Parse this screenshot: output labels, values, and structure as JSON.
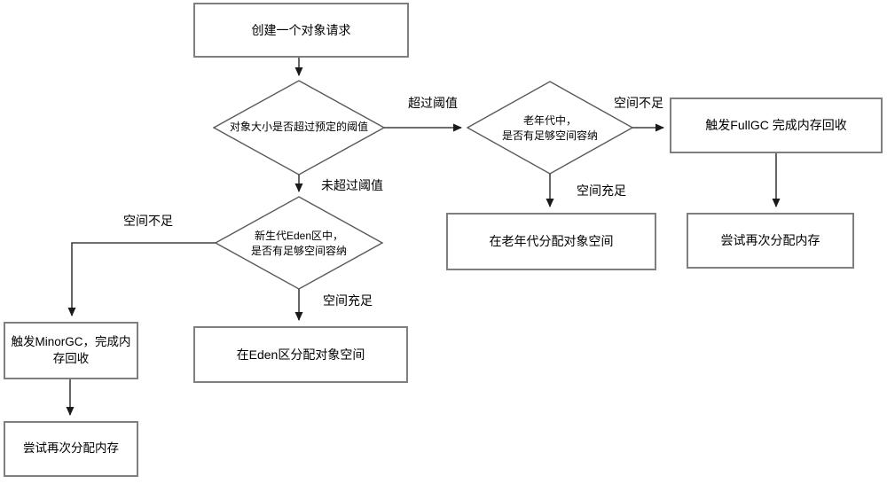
{
  "diagram": {
    "title": "object-allocation-gc-flowchart",
    "colors": {
      "background": "#ffffff",
      "box_border": "#7f7f7f",
      "diamond_stroke": "#595959",
      "connector": "#3f3f3f",
      "text": "#000000"
    },
    "nodes": {
      "create_request": "创建一个对象请求",
      "full_gc": "触发FullGC 完成内存回收",
      "alloc_old_gen": "在老年代分配对象空间",
      "retry_right": "尝试再次分配内存",
      "minor_gc": "触发MinorGC，完成内存回收",
      "alloc_eden": "在Eden区分配对象空间",
      "retry_left": "尝试再次分配内存"
    },
    "decisions": {
      "size_threshold": "对象大小是否超过预定的阈值",
      "old_gen_line1": "老年代中，",
      "old_gen_line2": "是否有足够空间容纳",
      "eden_line1": "新生代Eden区中，",
      "eden_line2": "是否有足够空间容纳"
    },
    "edge_labels": {
      "exceed_threshold": "超过阈值",
      "not_exceed_threshold": "未超过阈值",
      "space_insufficient_right": "空间不足",
      "space_sufficient_right": "空间充足",
      "space_insufficient_left": "空间不足",
      "space_sufficient_left": "空间充足"
    }
  }
}
